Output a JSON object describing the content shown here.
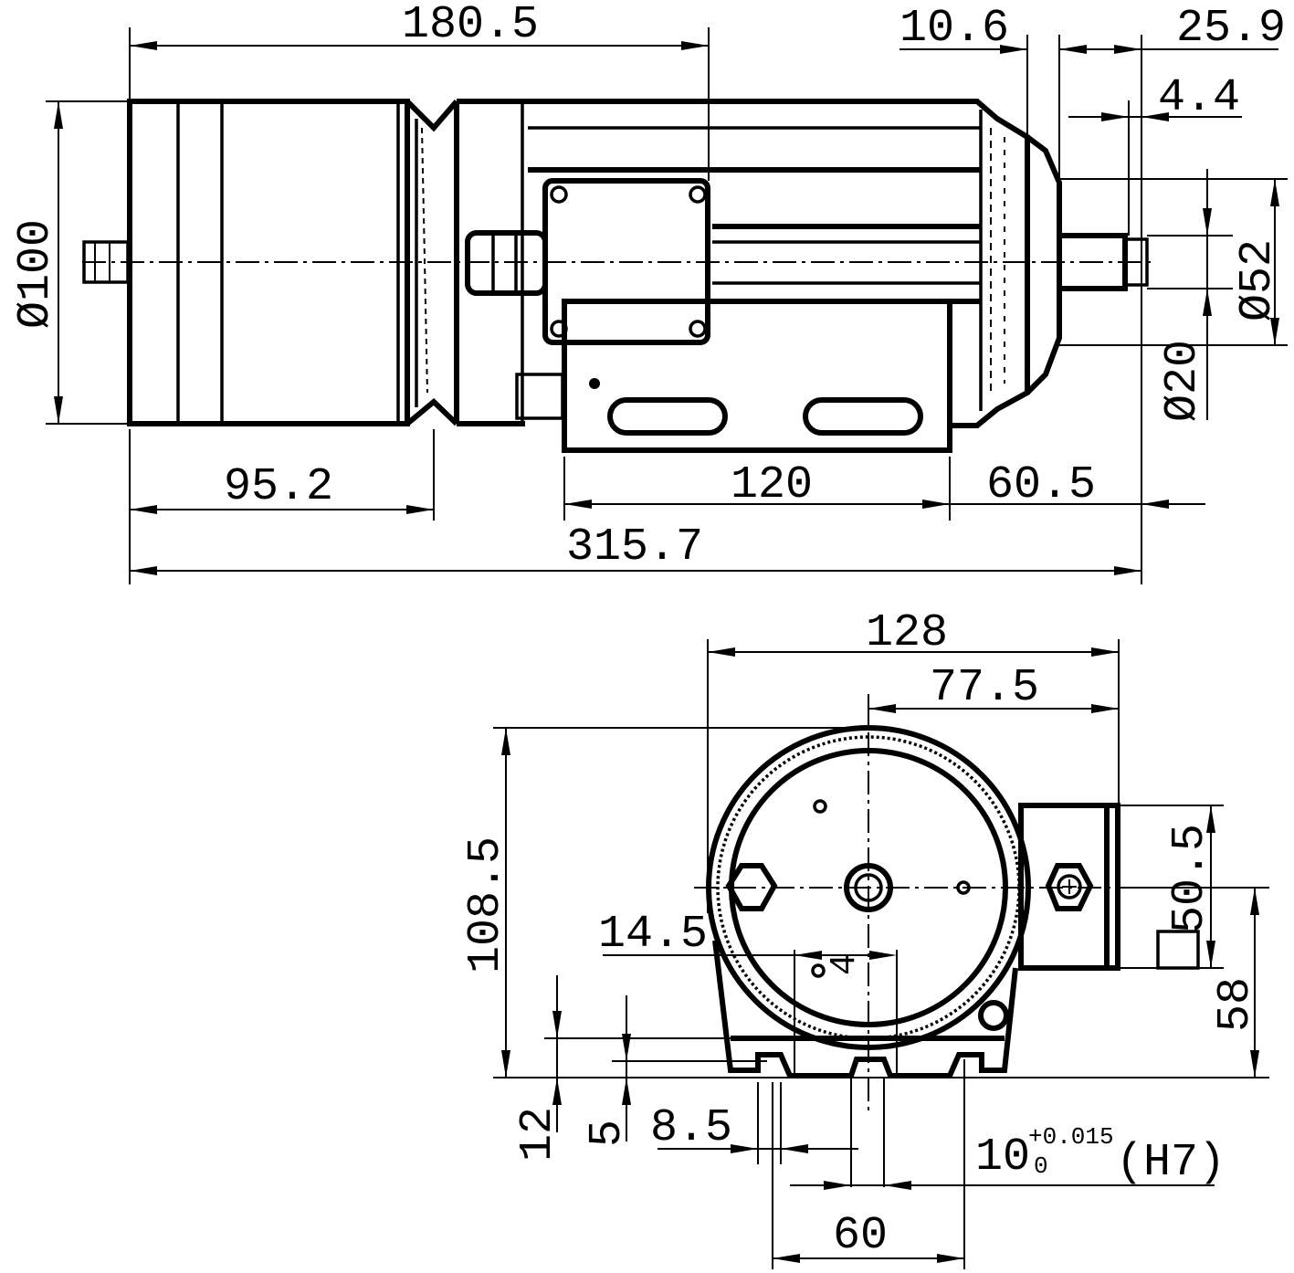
{
  "colors": {
    "line": "#000000",
    "background": "#ffffff"
  },
  "side_view": {
    "dimensions": {
      "d180_5": "180.5",
      "d10_6": "10.6",
      "d25_9": "25.9",
      "d4_4": "4.4",
      "dia100": "Ø100",
      "dia52": "Ø52",
      "dia20": "Ø20",
      "d95_2": "95.2",
      "d120": "120",
      "d60_5": "60.5",
      "d315_7": "315.7"
    }
  },
  "front_view": {
    "dimensions": {
      "d128": "128",
      "d77_5": "77.5",
      "d108_5": "108.5",
      "d14_5": "14.5",
      "d50_5": "50.5",
      "square_symbol": "□",
      "d58": "58",
      "d4": "4",
      "d12": "12",
      "d5": "5",
      "d8_5": "8.5",
      "tol_base": "10",
      "tol_upper": "+0.015",
      "tol_lower": "0",
      "tol_fit": "(H7)",
      "d60": "60"
    }
  }
}
